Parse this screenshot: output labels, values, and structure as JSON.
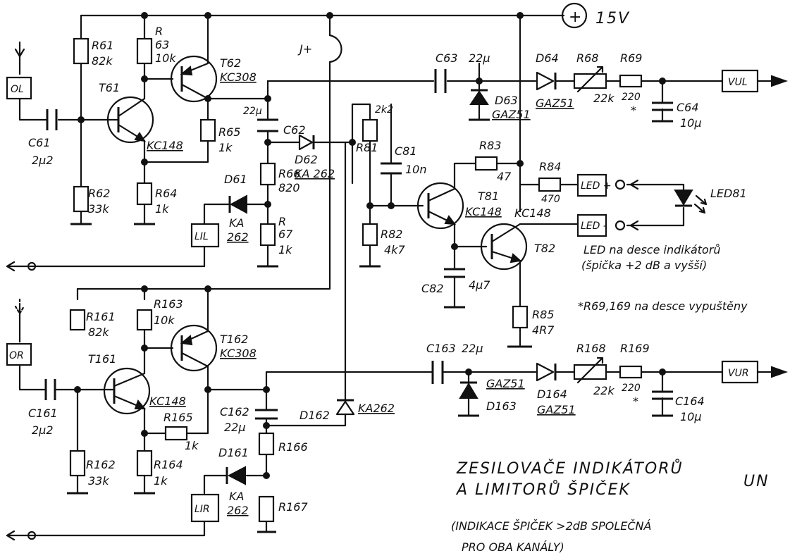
{
  "supply": {
    "symbol": "+",
    "label": "15V"
  },
  "connectors": {
    "ol": "OL",
    "or": "OR",
    "lil": "LIL",
    "lir": "LIR",
    "vul": "VUL",
    "vur": "VUR",
    "led_plus": "LED +",
    "led_minus": "LED -"
  },
  "jumper": "J+",
  "left_channel": {
    "r61": "R61",
    "r61_val": "82k",
    "r62": "R62",
    "r62_val": "33k",
    "r63": "R\n63",
    "r63_val": "10k",
    "r64": "R64",
    "r64_val": "1k",
    "r65": "R65",
    "r65_val": "1k",
    "r66": "R66",
    "r66_val": "820",
    "r67": "R\n67",
    "r67_val": "1k",
    "r68": "R68",
    "r68_val": "22k",
    "r69": "R69",
    "r69_val": "220",
    "c61": "C61",
    "c61_val": "2μ2",
    "c62": "C62",
    "c62_val": "22μ",
    "c63": "C63",
    "c63_val": "22μ",
    "c64": "C64",
    "c64_val": "10μ",
    "t61": "T61",
    "t61_type": "KC148",
    "t62": "T62",
    "t62_type": "KC308",
    "d61": "D61",
    "d61_type": "KA\n262",
    "d62": "D62",
    "d62_type": "KA 262",
    "d63": "D63",
    "d63_type": "GAZ51",
    "d64": "D64",
    "d64_type": "GAZ51"
  },
  "right_channel": {
    "r161": "R161",
    "r161_val": "82k",
    "r162": "R162",
    "r162_val": "33k",
    "r163": "R163",
    "r163_val": "10k",
    "r164": "R164",
    "r164_val": "1k",
    "r165": "R165",
    "r165_val": "1k",
    "r166": "R166",
    "r167": "R167",
    "r168": "R168",
    "r168_val": "22k",
    "r169": "R169",
    "r169_val": "220",
    "c161": "C161",
    "c161_val": "2μ2",
    "c162": "C162",
    "c162_val": "22μ",
    "c163": "C163",
    "c163_val": "22μ",
    "c164": "C164",
    "c164_val": "10μ",
    "t161": "T161",
    "t161_type": "KC148",
    "t162": "T162",
    "t162_type": "KC308",
    "d161": "D161",
    "d161_type": "KA\n262",
    "d162": "D162",
    "d162_type": "KA262",
    "d163": "D163",
    "d163_type": "GAZ51",
    "d164": "D164",
    "d164_type": "GAZ51"
  },
  "peak_section": {
    "r81": "R81",
    "r81_val": "2k2",
    "r82": "R82",
    "r82_val": "4k7",
    "r83": "R83",
    "r83_val": "47",
    "r84": "R84",
    "r84_val": "470",
    "r85": "R85",
    "r85_val": "4R7",
    "c81": "C81",
    "c81_val": "10n",
    "c82": "C82",
    "c82_val": "4μ7",
    "t81": "T81",
    "t81_type": "KC148",
    "t82": "T82",
    "t82_type": "KC148",
    "led81": "LED81"
  },
  "notes": {
    "led_note_1": "LED na desce indikátorů",
    "led_note_2": "(špička +2 dB a vyšší)",
    "r69_note": "*R69,169 na desce vypuštěny",
    "star": "*",
    "title_1": "ZESILOVAČE INDIKÁTORŮ",
    "title_2": "A LIMITORŮ ŠPIČEK",
    "logo": "UN",
    "caption_1": "(INDIKACE ŠPIČEK >2dB SPOLEČNÁ",
    "caption_2": "PRO OBA KANÁLY)"
  }
}
